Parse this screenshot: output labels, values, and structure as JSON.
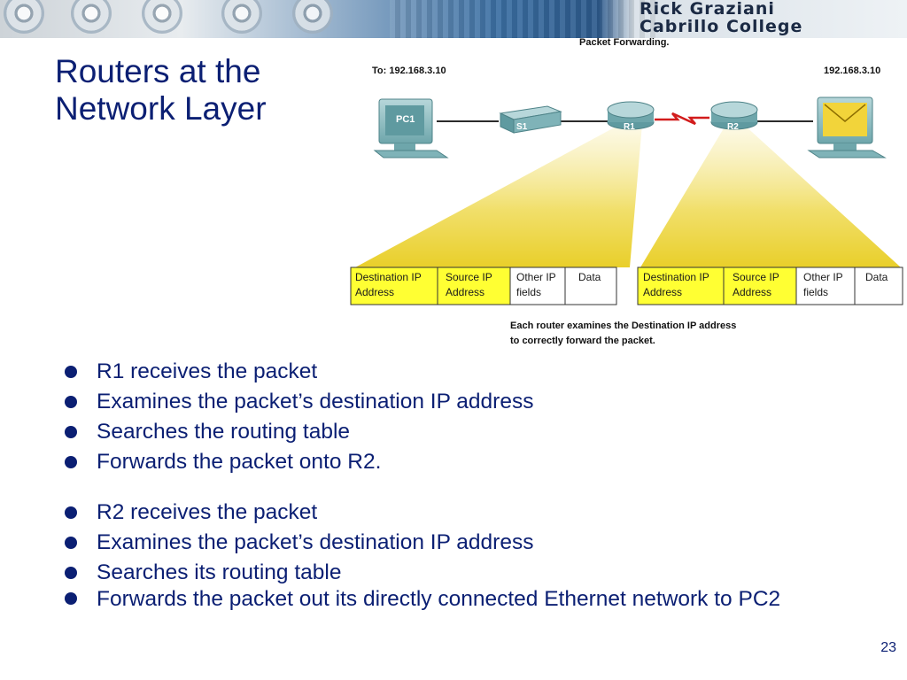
{
  "header": {
    "credit_line1": "Rick Graziani",
    "credit_line2": "Cabrillo College"
  },
  "slide": {
    "title_line1": "Routers at the",
    "title_line2": "Network Layer",
    "page_number": "23"
  },
  "diagram": {
    "caption": "Packet Forwarding.",
    "to_label": "To: 192.168.3.10",
    "dest_label": "192.168.3.10",
    "devices": {
      "pc1": "PC1",
      "switch": "S1",
      "router1": "R1",
      "router2": "R2"
    },
    "packet_fields": [
      {
        "line1": "Destination IP",
        "line2": "Address"
      },
      {
        "line1": "Source IP",
        "line2": "Address"
      },
      {
        "line1": "Other IP",
        "line2": "fields"
      },
      {
        "line1": "Data",
        "line2": ""
      }
    ],
    "note_line1": "Each router examines the Destination IP address",
    "note_line2": "to correctly forward the packet."
  },
  "bullets": {
    "group1": [
      "R1 receives the packet",
      "Examines the packet’s destination IP address",
      "Searches the routing table",
      "Forwards the packet onto R2."
    ],
    "group2": [
      "R2 receives the packet",
      "Examines the packet’s destination IP address",
      "Searches its routing table",
      "Forwards the packet out its directly connected Ethernet network to PC2"
    ]
  },
  "colors": {
    "title": "#0b1f73",
    "beam": "#f3e27a",
    "field_fill": "#ffff33",
    "device": "#7fb3b8"
  }
}
